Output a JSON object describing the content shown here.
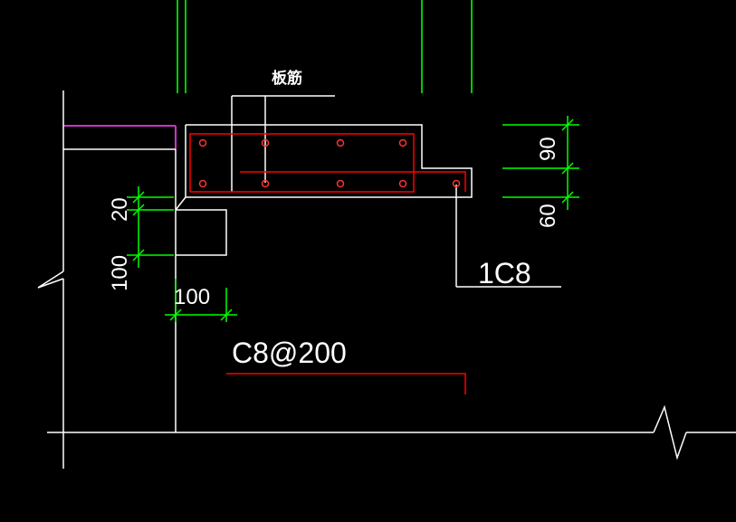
{
  "labels": {
    "slab_rebar": "板筋",
    "bar_1c8": "1C8",
    "stirrup": "C8@200"
  },
  "dimensions": {
    "dim_90": "90",
    "dim_60": "60",
    "dim_20": "20",
    "dim_100_vertical": "100",
    "dim_100_horizontal": "100"
  },
  "colors": {
    "background": "#000000",
    "outline": "#ffffff",
    "rebar": "#ff0000",
    "dimension": "#00ff00",
    "column": "#00cc00",
    "slab_edge": "#cc33cc"
  }
}
